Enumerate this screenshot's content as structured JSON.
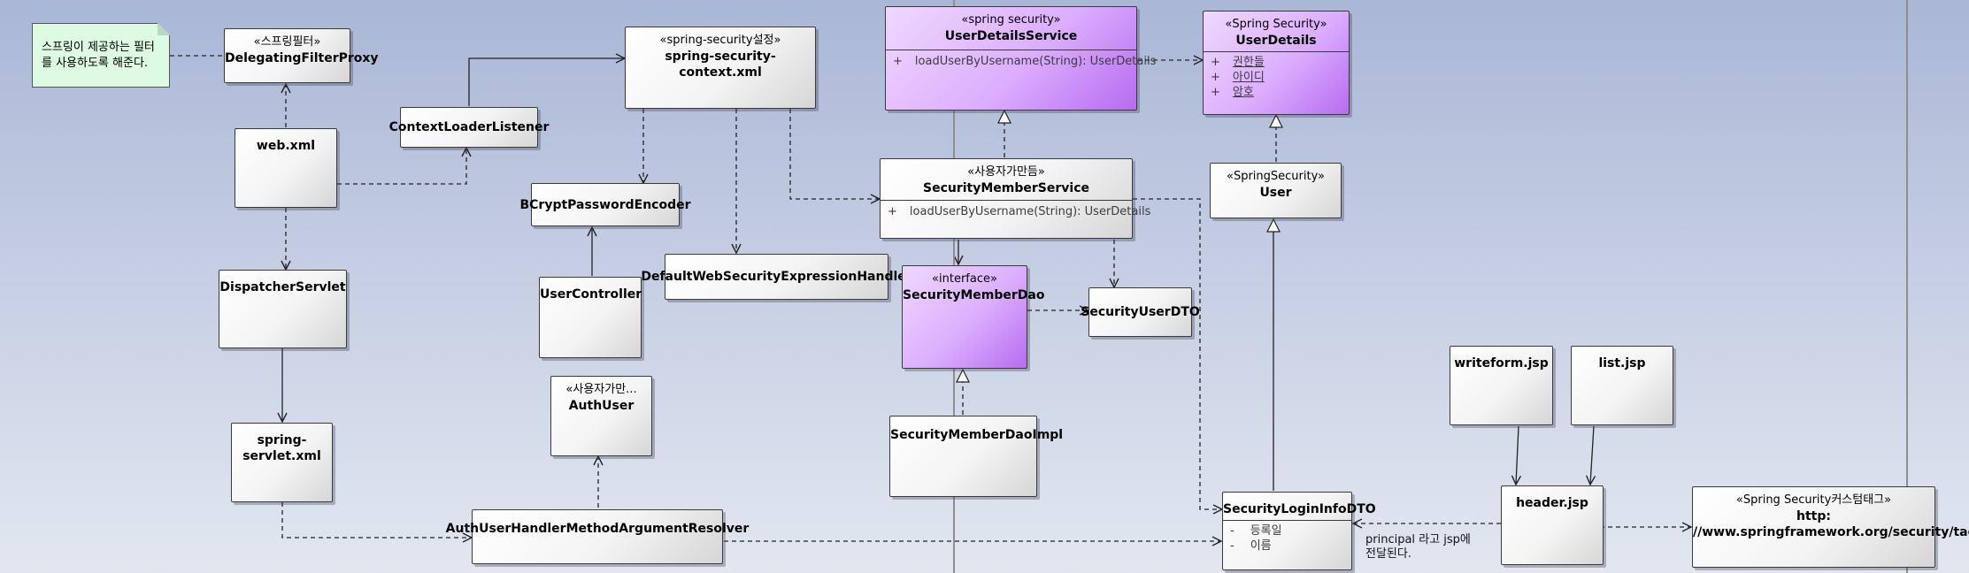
{
  "note": {
    "line1": "스프링이 제공하는 필터",
    "line2": "를 사용하도록 해준다."
  },
  "boxes": {
    "delegating": {
      "stereo": "«스프링필터»",
      "title": "DelegatingFilterProxy"
    },
    "webxml": {
      "title": "web.xml"
    },
    "ctxloader": {
      "title": "ContextLoaderListener"
    },
    "secctx": {
      "stereo": "«spring-security설정»",
      "title": "spring-security-context.xml"
    },
    "bcrypt": {
      "title": "BCryptPasswordEncoder"
    },
    "userctrl": {
      "title": "UserController"
    },
    "defweb": {
      "title": "DefaultWebSecurityExpressionHandler"
    },
    "dispatcher": {
      "title": "DispatcherServlet"
    },
    "springservlet": {
      "line1": "spring-",
      "line2": "servlet.xml"
    },
    "authuser": {
      "stereo": "«사용자가만...",
      "title": "AuthUser"
    },
    "resolver": {
      "title": "AuthUserHandlerMethodArgumentResolver"
    },
    "uds": {
      "stereo": "«spring security»",
      "title": "UserDetailsService",
      "ops": [
        {
          "vis": "+",
          "text": "loadUserByUsername(String): UserDetails"
        }
      ]
    },
    "smservice": {
      "stereo": "«사용자가만듬»",
      "title": "SecurityMemberService",
      "ops": [
        {
          "vis": "+",
          "text": "loadUserByUsername(String): UserDetails"
        }
      ]
    },
    "smdao": {
      "stereo": "«interface»",
      "title": "SecurityMemberDao"
    },
    "suserdto": {
      "title": "SecurityUserDTO"
    },
    "smdaoimpl": {
      "title": "SecurityMemberDaoImpl"
    },
    "userdetails": {
      "stereo": "«Spring Security»",
      "title": "UserDetails",
      "attrs": [
        {
          "vis": "+",
          "text": "권한들"
        },
        {
          "vis": "+",
          "text": "아이디"
        },
        {
          "vis": "+",
          "text": "암호"
        }
      ]
    },
    "user": {
      "stereo": "«SpringSecurity»",
      "title": "User"
    },
    "logininfo": {
      "title": "SecurityLoginInfoDTO",
      "attrs": [
        {
          "vis": "-",
          "text": "등록일"
        },
        {
          "vis": "-",
          "text": "이름"
        }
      ]
    },
    "writeform": {
      "title": "writeform.jsp"
    },
    "listjsp": {
      "title": "list.jsp"
    },
    "headerjsp": {
      "title": "header.jsp"
    },
    "taglib": {
      "stereo": "«Spring Security커스텀태그»",
      "line1": "http:",
      "line2": "//www.springframework.org/security/tags"
    }
  },
  "principal_note": {
    "line1": "principal 라고 jsp에",
    "line2": "전달된다."
  }
}
